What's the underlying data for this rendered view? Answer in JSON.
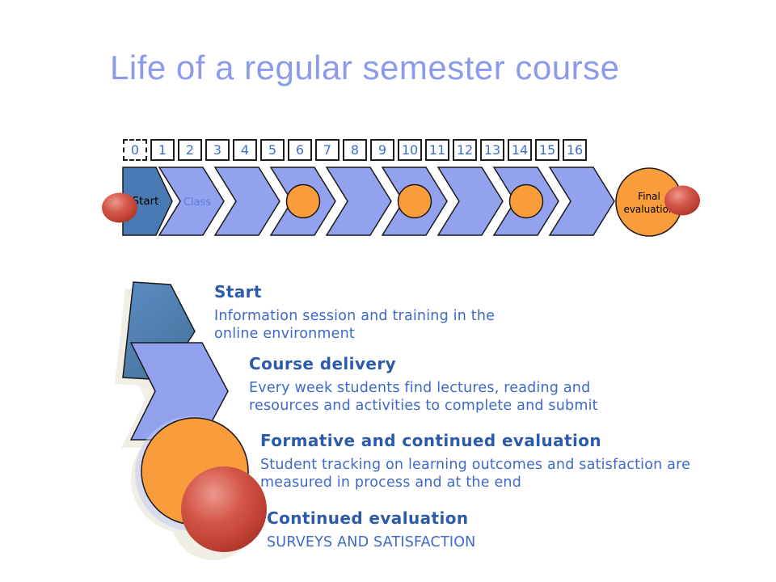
{
  "title": "Life of a regular semester course",
  "colors": {
    "title_text": "#8C9AEC",
    "heading_text": "#2B5BA9",
    "body_text": "#3E69C9",
    "week_number_text": "#3E6FC8",
    "dark_blue_shape": "#4A7AB4",
    "light_blue_chevron": "#92A2EE",
    "orange_circle": "#F89C3C",
    "red_ball": "#C0392B",
    "outline": "#1a1a1a"
  },
  "timeline": {
    "week_numbers": [
      "0",
      "1",
      "2",
      "3",
      "4",
      "5",
      "6",
      "7",
      "8",
      "9",
      "10",
      "11",
      "12",
      "13",
      "14",
      "15",
      "16"
    ],
    "start_label": "Start",
    "class_label": "Class",
    "final_label_line1": "Final",
    "final_label_line2": "evaluation"
  },
  "legend": [
    {
      "shape": "dark-blue-pentagon",
      "heading": "Start",
      "body": "Information session and training in the online environment"
    },
    {
      "shape": "light-blue-chevron",
      "heading": "Course delivery",
      "body": "Every week students find lectures, reading and resources and activities to complete and submit"
    },
    {
      "shape": "orange-circle",
      "heading": "Formative and continued evaluation",
      "body": "Student tracking on learning outcomes and satisfaction are measured in process and at the end"
    },
    {
      "shape": "red-circle",
      "heading": "Continued evaluation",
      "body": "SURVEYS AND SATISFACTION"
    }
  ]
}
